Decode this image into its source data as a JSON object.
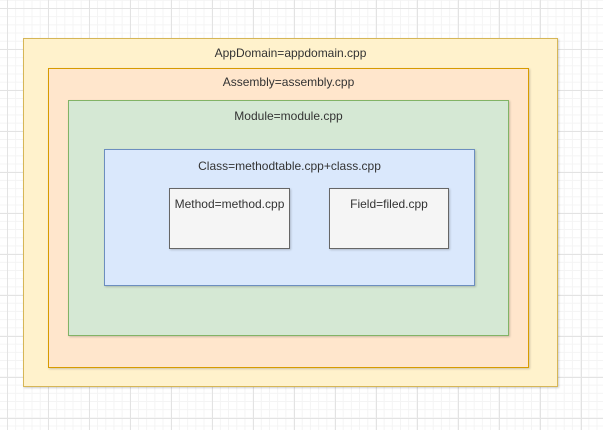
{
  "canvas": {
    "background_color": "#FFFFFF",
    "grid_minor_color": "#F4F4F4",
    "grid_major_color": "#E3E3E3"
  },
  "diagram": {
    "text_color": "#333333",
    "nodes": [
      {
        "id": "appdomain",
        "label": "AppDomain=appdomain.cpp",
        "fill": "#FFF2CC",
        "stroke": "#D6B656"
      },
      {
        "id": "assembly",
        "label": "Assembly=assembly.cpp",
        "fill": "#FFE6CC",
        "stroke": "#D79B00"
      },
      {
        "id": "module",
        "label": "Module=module.cpp",
        "fill": "#D5E8D4",
        "stroke": "#82B366"
      },
      {
        "id": "class",
        "label": "Class=methodtable.cpp+class.cpp",
        "fill": "#DAE8FC",
        "stroke": "#6C8EBF"
      },
      {
        "id": "method",
        "label": "Method=method.cpp",
        "fill": "#F5F5F5",
        "stroke": "#666666"
      },
      {
        "id": "field",
        "label": "Field=filed.cpp",
        "fill": "#F5F5F5",
        "stroke": "#666666"
      }
    ]
  }
}
